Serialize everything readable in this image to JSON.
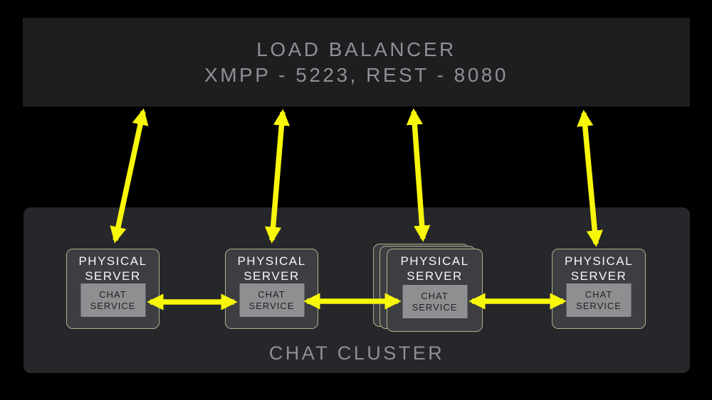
{
  "colors": {
    "background": "#000000",
    "arrow_yellow": "#f8f70b",
    "load_balancer_bg": "#1d1e20",
    "cluster_bg": "#26272a",
    "server_bg": "#3c3e42",
    "server_border": "#b2af8b",
    "service_bg": "#8d8f91",
    "service_text": "#202225",
    "muted_heading_text": "#8e9093",
    "server_text": "#f5f6f7"
  },
  "load_balancer": {
    "title": "LOAD BALANCER",
    "subtitle": "XMPP - 5223, REST - 8080"
  },
  "cluster": {
    "label": "CHAT CLUSTER",
    "servers": [
      {
        "label": "PHYSICAL SERVER",
        "service_label": "CHAT SERVICE",
        "stacked": false
      },
      {
        "label": "PHYSICAL SERVER",
        "service_label": "CHAT SERVICE",
        "stacked": false
      },
      {
        "label": "PHYSICAL SERVER",
        "service_label": "CHAT SERVICE",
        "stacked": true
      },
      {
        "label": "PHYSICAL SERVER",
        "service_label": "CHAT SERVICE",
        "stacked": false
      }
    ]
  },
  "connections": [
    {
      "from": "load-balancer",
      "to": "physical-server-1",
      "bidirectional": true
    },
    {
      "from": "load-balancer",
      "to": "physical-server-2",
      "bidirectional": true
    },
    {
      "from": "load-balancer",
      "to": "physical-server-3",
      "bidirectional": true
    },
    {
      "from": "load-balancer",
      "to": "physical-server-4",
      "bidirectional": true
    },
    {
      "from": "chat-service-1",
      "to": "chat-service-2",
      "bidirectional": true
    },
    {
      "from": "chat-service-2",
      "to": "chat-service-3",
      "bidirectional": true
    },
    {
      "from": "chat-service-3",
      "to": "chat-service-4",
      "bidirectional": true
    }
  ]
}
